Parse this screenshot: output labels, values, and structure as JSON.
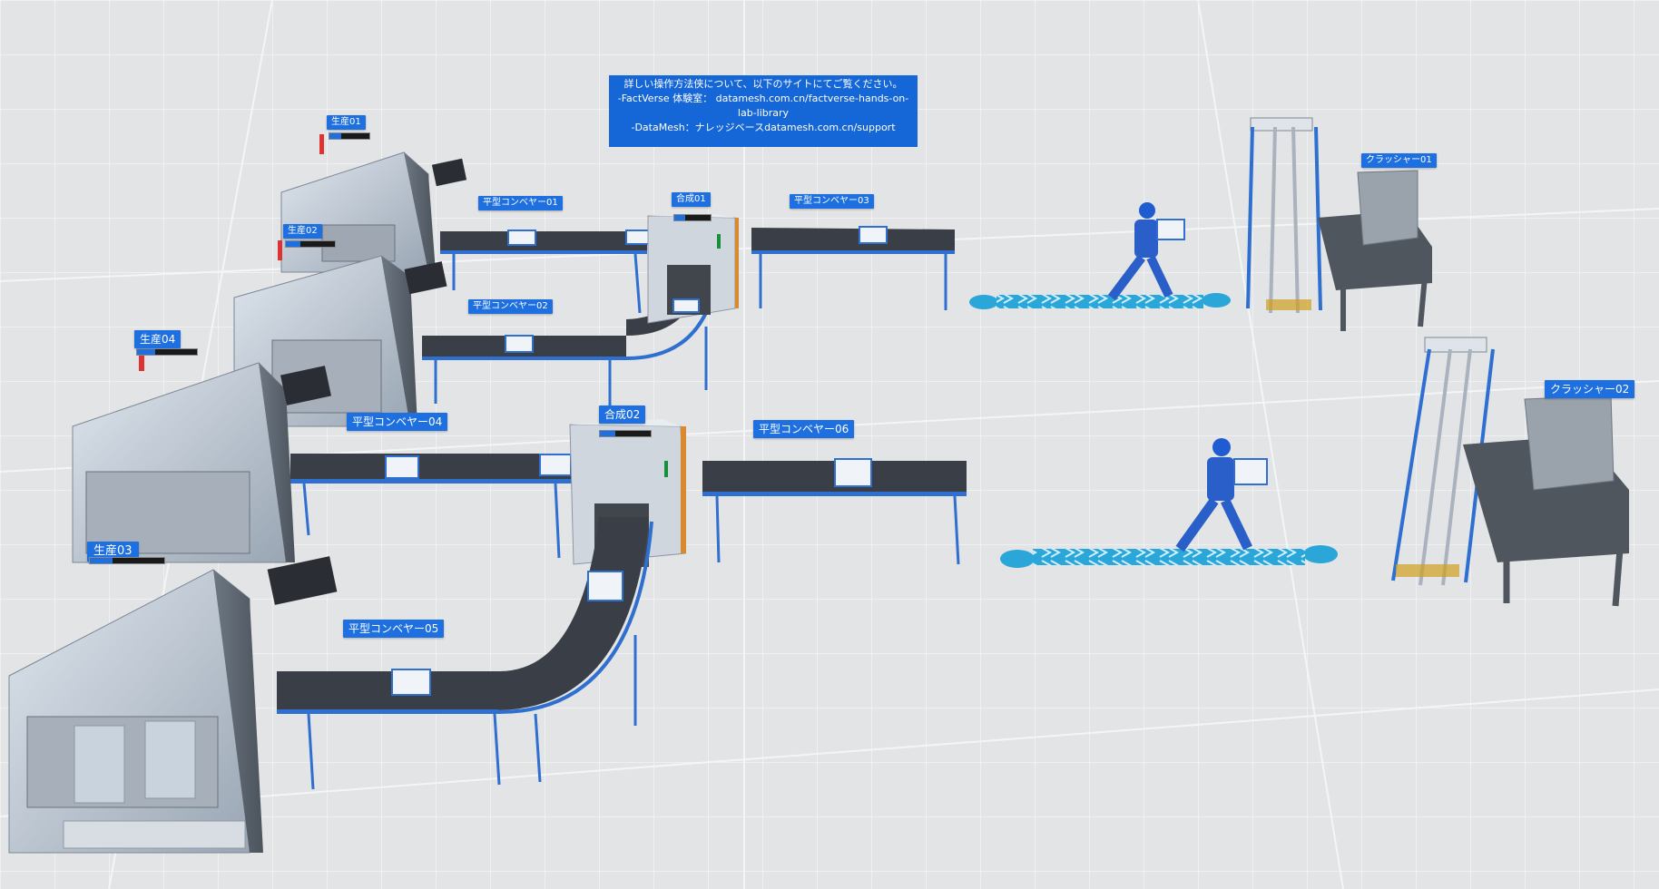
{
  "info_panel": {
    "line1": "詳しい操作方法侠について、以下のサイトにてご覧ください。",
    "line2": "-FactVerse 体験室： datamesh.com.cn/factverse-hands-on-",
    "line3": "lab-library",
    "line4": "-DataMesh：ナレッジベースdatamesh.com.cn/support"
  },
  "labels": {
    "production01": "生産01",
    "production02": "生産02",
    "production03": "生産03",
    "production04": "生産04",
    "conveyor01": "平型コンベヤー01",
    "conveyor02": "平型コンベヤー02",
    "conveyor03": "平型コンベヤー03",
    "conveyor04": "平型コンベヤー04",
    "conveyor05": "平型コンベヤー05",
    "conveyor06": "平型コンベヤー06",
    "synthesis01": "合成01",
    "synthesis02": "合成02",
    "crusher01": "クラッシャー01",
    "crusher02": "クラッシャー02"
  },
  "colors": {
    "floor": "#e3e4e6",
    "label_bg": "#1e6fe0",
    "belt": "#3a3f47",
    "frame_blue": "#2f6fcf",
    "machine": "#b9c3cf",
    "path_blue": "#2aa6d8"
  }
}
